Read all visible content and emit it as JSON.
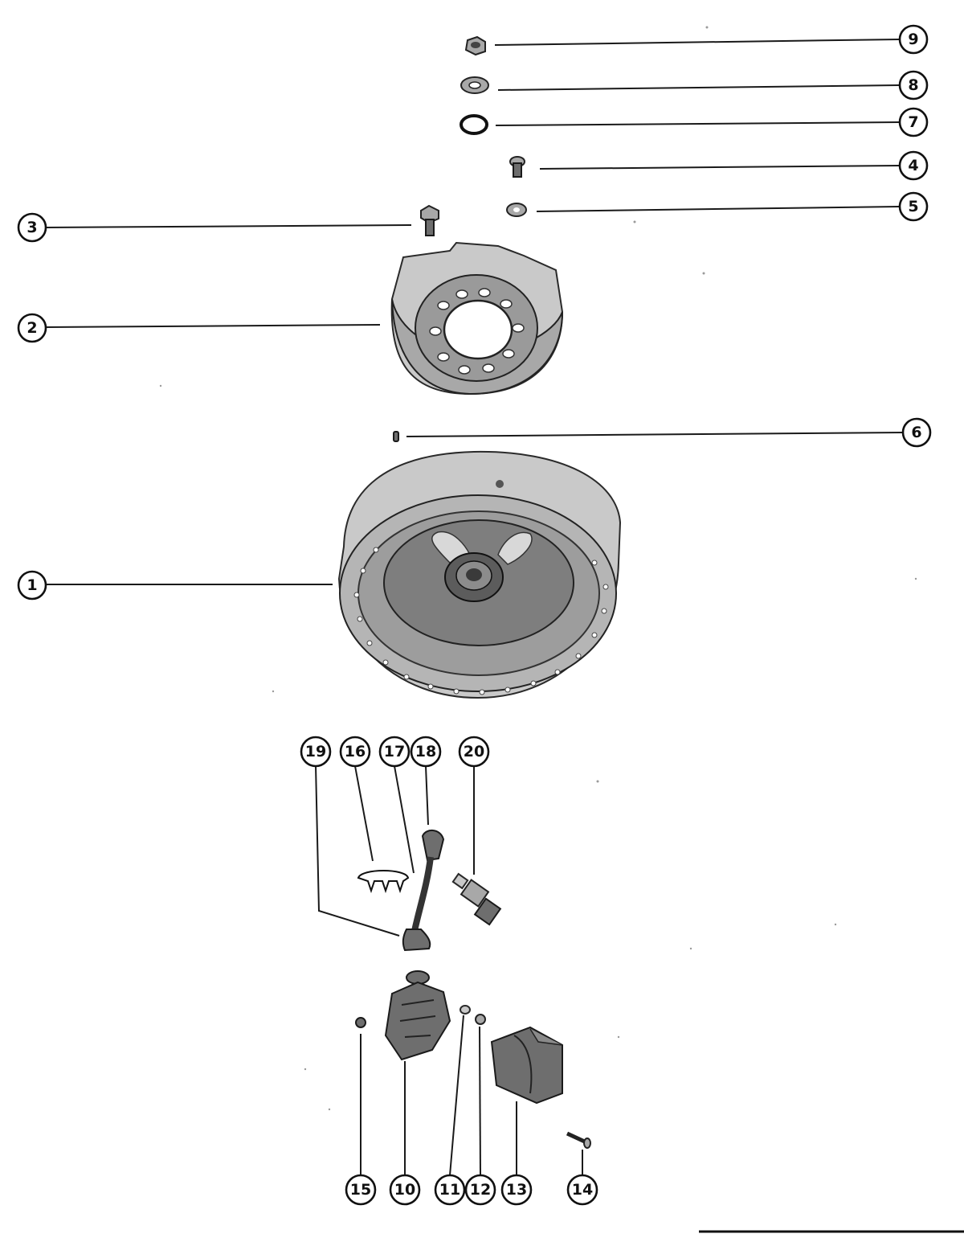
{
  "callouts": [
    {
      "id": "1",
      "label": "1"
    },
    {
      "id": "2",
      "label": "2"
    },
    {
      "id": "3",
      "label": "3"
    },
    {
      "id": "4",
      "label": "4"
    },
    {
      "id": "5",
      "label": "5"
    },
    {
      "id": "6",
      "label": "6"
    },
    {
      "id": "7",
      "label": "7"
    },
    {
      "id": "8",
      "label": "8"
    },
    {
      "id": "9",
      "label": "9"
    },
    {
      "id": "10",
      "label": "10"
    },
    {
      "id": "11",
      "label": "11"
    },
    {
      "id": "12",
      "label": "12"
    },
    {
      "id": "13",
      "label": "13"
    },
    {
      "id": "14",
      "label": "14"
    },
    {
      "id": "15",
      "label": "15"
    },
    {
      "id": "16",
      "label": "16"
    },
    {
      "id": "17",
      "label": "17"
    },
    {
      "id": "18",
      "label": "18"
    },
    {
      "id": "19",
      "label": "19"
    },
    {
      "id": "20",
      "label": "20"
    }
  ],
  "colors": {
    "ink": "#111111",
    "part_dark": "#6e6e6e",
    "part_mid": "#a8a8a8",
    "part_light": "#c9c9c9",
    "background": "#ffffff"
  }
}
